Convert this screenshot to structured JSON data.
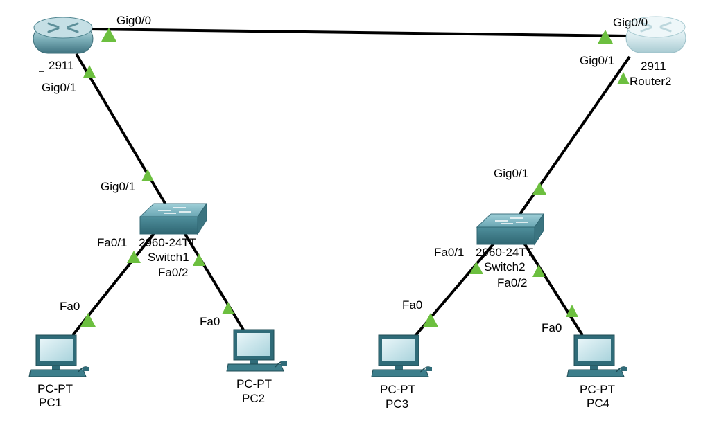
{
  "devices": {
    "router1": {
      "model": "2911",
      "name": ""
    },
    "router2": {
      "model": "2911",
      "name": "Router2"
    },
    "switch1": {
      "model": "2960-24TT",
      "name": "Switch1"
    },
    "switch2": {
      "model": "2960-24TT",
      "name": "Switch2"
    },
    "pc1": {
      "model": "PC-PT",
      "name": "PC1"
    },
    "pc2": {
      "model": "PC-PT",
      "name": "PC2"
    },
    "pc3": {
      "model": "PC-PT",
      "name": "PC3"
    },
    "pc4": {
      "model": "PC-PT",
      "name": "PC4"
    }
  },
  "ports": {
    "r1_gig00": "Gig0/0",
    "r2_gig00": "Gig0/0",
    "r1_gig01": "Gig0/1",
    "r2_gig01": "Gig0/1",
    "sw1_gig01": "Gig0/1",
    "sw2_gig01": "Gig0/1",
    "sw1_fa01": "Fa0/1",
    "sw1_fa02": "Fa0/2",
    "sw2_fa01": "Fa0/1",
    "sw2_fa02": "Fa0/2",
    "pc1_fa0": "Fa0",
    "pc2_fa0": "Fa0",
    "pc3_fa0": "Fa0",
    "pc4_fa0": "Fa0"
  },
  "link_status_color": "#6cbf3f",
  "cable_color": "#000000"
}
